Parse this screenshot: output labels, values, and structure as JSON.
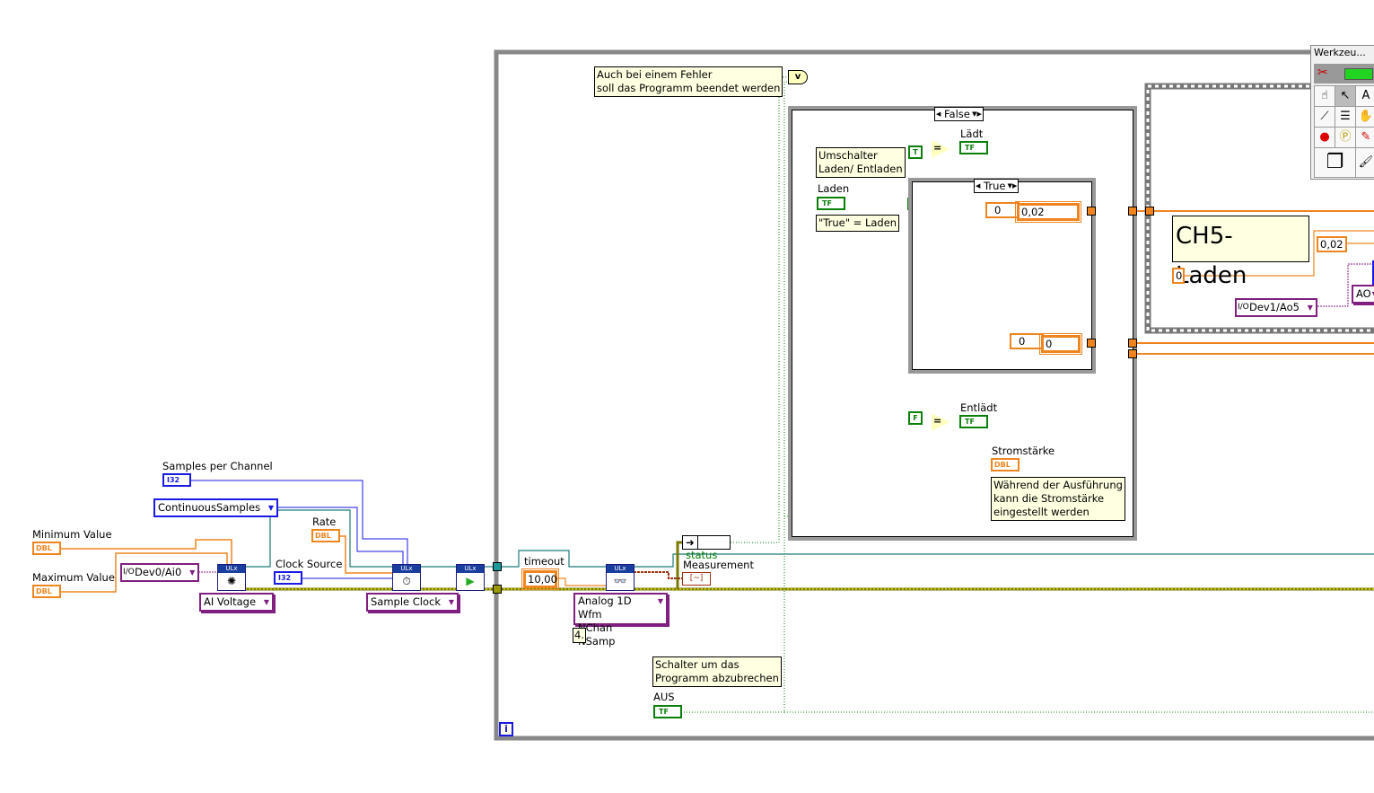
{
  "diagram": {
    "left_controls": {
      "minimum_value": {
        "label": "Minimum Value",
        "type": "DBL"
      },
      "maximum_value": {
        "label": "Maximum Value",
        "type": "DBL"
      },
      "samples_per_channel": {
        "label": "Samples per Channel",
        "type": "I32"
      },
      "sample_mode": {
        "value": "ContinuousSamples"
      },
      "rate": {
        "label": "Rate",
        "type": "DBL"
      },
      "clock_source": {
        "label": "Clock Source",
        "type": "I32"
      },
      "physical_channel": {
        "value": "Dev0/Ai0"
      },
      "ai_voltage": {
        "value": "AI Voltage"
      },
      "sample_clock": {
        "value": "Sample Clock"
      }
    },
    "ulx_nodes": {
      "header": "ULx"
    },
    "while_loop": {
      "iteration_label": "i",
      "timeout": {
        "label": "timeout",
        "value": "10,00"
      },
      "read_mode": {
        "line1": "Analog 1D Wfm",
        "line2": "NChan NSamp"
      },
      "read_index": "4.",
      "status": "status",
      "measurement": "Measurement",
      "or_gate": "v",
      "notes": {
        "error_stop": "Auch bei einem Fehler\nsoll das Programm beendet werden",
        "abort_switch": "Schalter um das\nProgramm abzubrechen"
      },
      "aus": {
        "label": "AUS",
        "type": "TF"
      }
    },
    "outer_case": {
      "selector": "False",
      "note_switch": "Umschalter\nLaden/ Entladen",
      "laden": {
        "label": "Laden",
        "type": "TF"
      },
      "note_true": "\"True\" = Laden",
      "true_const": "T",
      "false_const": "F",
      "equal_symbol": "=",
      "laedt": {
        "label": "Lädt",
        "type": "TF"
      },
      "entlaedt": {
        "label": "Entlädt",
        "type": "TF"
      },
      "stromstaerke": {
        "label": "Stromstärke",
        "type": "DBL"
      },
      "note_current": "Während der Ausführung\nkann die Stromstärke\neingestellt werden",
      "inner_case": {
        "selector": "True",
        "index1": "0",
        "value1": "0,02",
        "index2": "0",
        "value2": "0"
      }
    },
    "sequence": {
      "title": "CH5- Laden",
      "const_zero": "0",
      "const_value": "0,02",
      "channel": "Dev1/Ao5",
      "ao_label": "AO"
    },
    "tools_palette": {
      "title": "Werkzeu...",
      "tools": [
        "auto-tool",
        "operate-tool",
        "position-tool",
        "text-tool",
        "wire-tool",
        "shortcut-menu-tool",
        "scroll-tool",
        "breakpoint-tool",
        "probe-tool",
        "color-copy-tool",
        "color-tool",
        "paintbrush-tool"
      ]
    }
  }
}
